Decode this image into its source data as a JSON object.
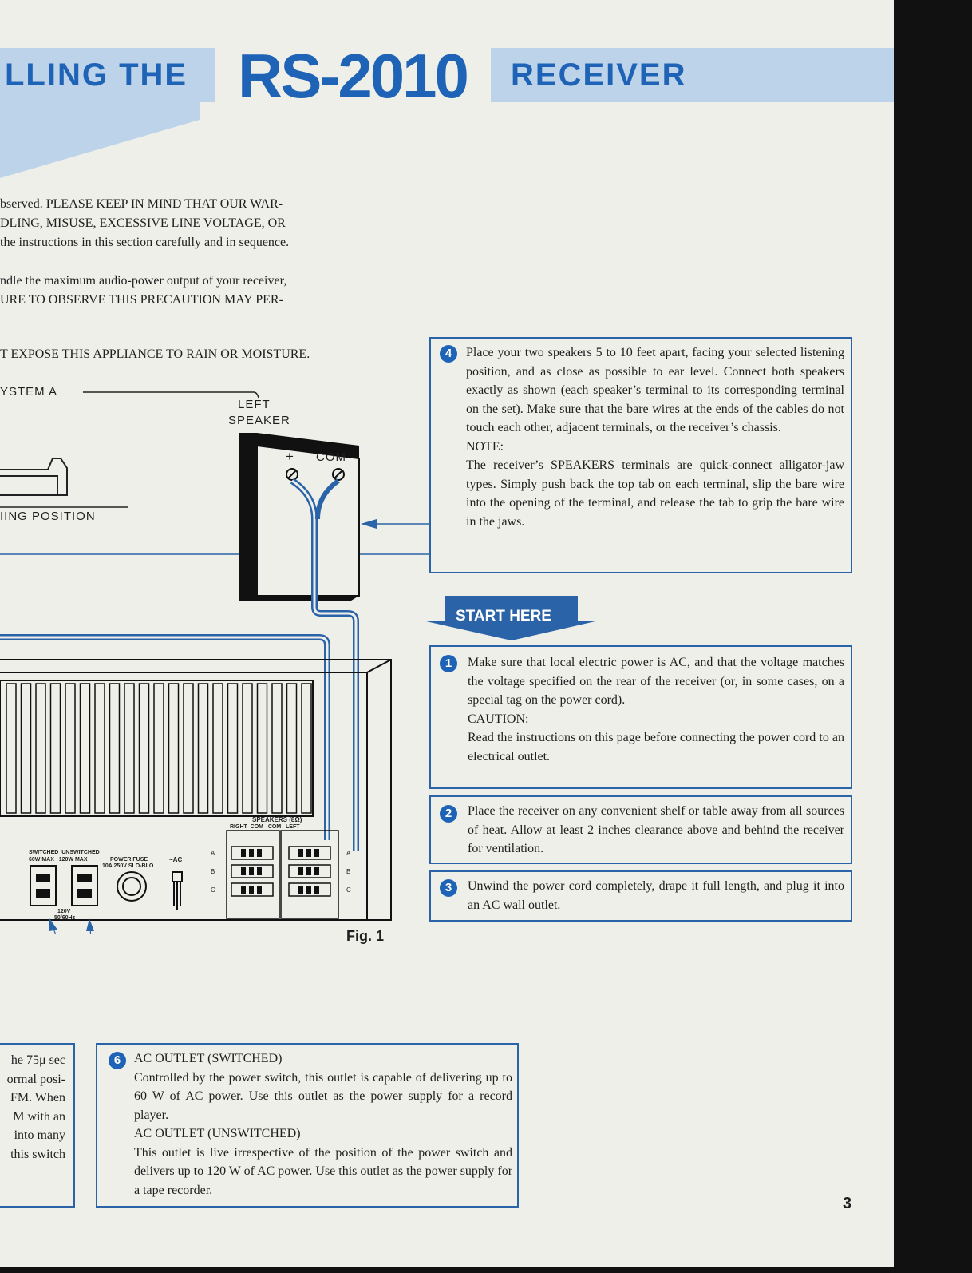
{
  "header": {
    "left_text": "LLING THE",
    "model": "RS-2010",
    "right_text": "RECEIVER"
  },
  "intro": {
    "lines": [
      "bserved.  PLEASE KEEP IN MIND THAT OUR WAR-",
      "DLING, MISUSE, EXCESSIVE LINE VOLTAGE, OR",
      "the instructions in this section carefully and in sequence.",
      "ndle the maximum audio-power output of your receiver,",
      "URE TO OBSERVE THIS PRECAUTION MAY PER-",
      "T EXPOSE THIS APPLIANCE TO RAIN OR MOISTURE."
    ]
  },
  "figure": {
    "system_label": "YSTEM  A",
    "left_speaker_label": [
      "LEFT",
      "SPEAKER"
    ],
    "listening_position": "IING  POSITION",
    "terminal_plus": "+",
    "terminal_com": "COM",
    "speakers_header": "SPEAKERS (8Ω)",
    "speakers_sub": "RIGHT  COM   COM   LEFT",
    "outlet_labels": "SWITCHED  UNSWITCHED",
    "outlet_max": "60W MAX   120W MAX",
    "power_fuse": "POWER FUSE",
    "fuse_rating": "10A 250V SLO-BLO",
    "ac_label": "~AC",
    "voltage": "120V",
    "frequency": "50/60Hz",
    "row_labels": [
      "A",
      "B",
      "C"
    ],
    "caption": "Fig. 1"
  },
  "start_here": "START HERE",
  "steps": {
    "step4": {
      "num": "4",
      "para": "Place your two speakers 5 to 10 feet apart, facing your selected listening position, and as close as possible to ear level.  Connect both speakers exactly as shown (each speaker’s terminal to its corresponding terminal on the set).  Make sure that the bare wires at the ends of the cables do not touch each other, adjacent terminals, or the receiver’s chassis.",
      "note_head": "NOTE:",
      "note": "The receiver’s SPEAKERS terminals are quick-connect alligator-jaw types.  Simply push back the top tab on each terminal, slip the bare wire into the opening of the terminal, and release the tab to grip the bare wire in the jaws."
    },
    "step1": {
      "num": "1",
      "para": "Make sure that local electric power is AC, and that the voltage matches the voltage specified on the rear of the receiver (or, in some cases, on a special tag on the power cord).",
      "caution_head": "CAUTION:",
      "caution": "Read the instructions on this page before connecting the power cord to an electrical outlet."
    },
    "step2": {
      "num": "2",
      "para": "Place the receiver on any convenient shelf or table away from all sources of heat.  Allow at least 2 inches clearance above and behind the receiver for ventilation."
    },
    "step3": {
      "num": "3",
      "para": "Unwind the power cord completely, drape it full length, and plug it into an AC wall outlet."
    },
    "step6": {
      "num": "6",
      "head1": "AC OUTLET (SWITCHED)",
      "para1": "Controlled by the power switch, this outlet is capable of delivering up to 60 W of AC power.  Use this outlet as the power supply for a record player.",
      "head2": "AC OUTLET (UNSWITCHED)",
      "para2": "This outlet is live irrespective of the position of the power switch and delivers up to 120 W of AC power.  Use this outlet as the power supply for a tape recorder."
    }
  },
  "left_box_lines": [
    "he 75μ sec",
    "ormal posi-",
    "FM.  When",
    "M with an",
    "into many",
    "this switch"
  ],
  "page_number": "3",
  "colors": {
    "accent": "#1e63b5",
    "band": "#bcd3ea",
    "paper": "#efefea",
    "binding": "#111111"
  }
}
